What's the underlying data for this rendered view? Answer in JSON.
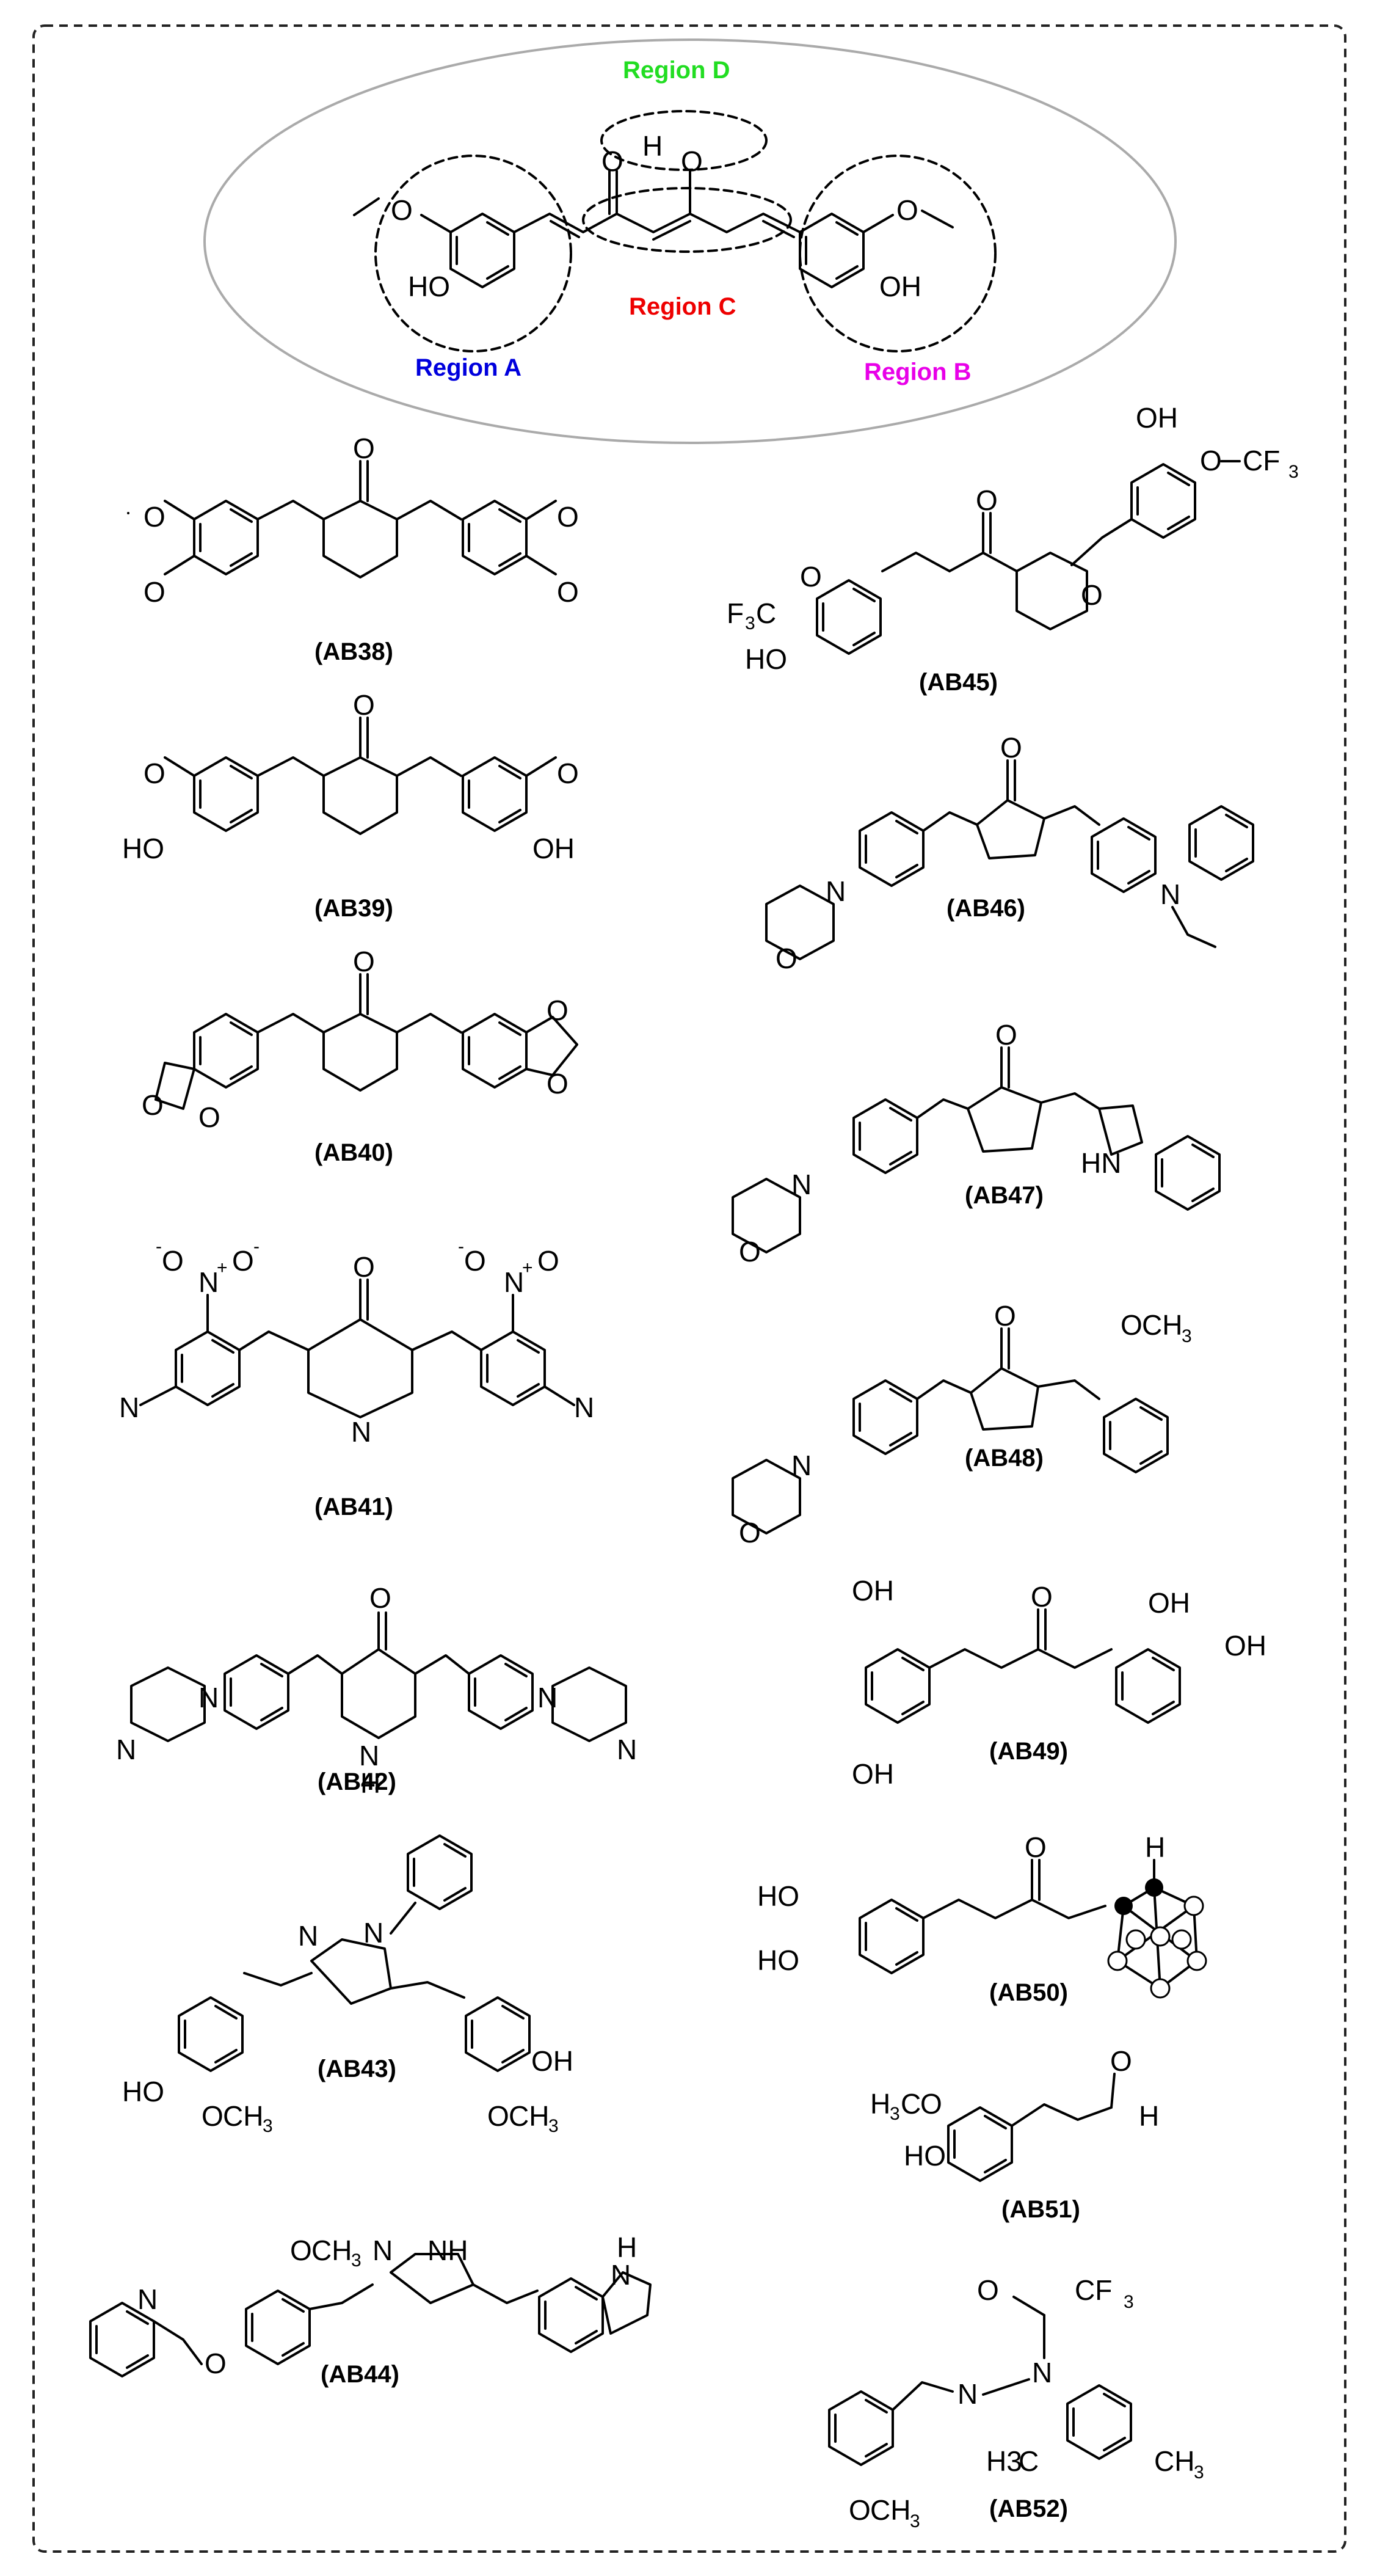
{
  "regions": {
    "a": {
      "label": "Region A",
      "color": "#0000dd"
    },
    "b": {
      "label": "Region B",
      "color": "#e800e8"
    },
    "c": {
      "label": "Region C",
      "color": "#ee0000"
    },
    "d": {
      "label": "Region D",
      "color": "#22dd22"
    }
  },
  "frame_color": "#222222",
  "envelope_color": "#aaaaaa",
  "atoms": {
    "O": "O",
    "H": "H",
    "HO": "HO",
    "OH": "OH",
    "N": "N",
    "NH": "NH",
    "HN": "HN",
    "C": "C",
    "F": "F",
    "F3": "F3",
    "H3": "H3",
    "H3C": "H3C",
    "CF": "CF",
    "CH": "CH",
    "3": "3",
    "nitro_left": "O",
    "nitro_n": "N",
    "charge_minus": "-",
    "charge_plus": "+"
  },
  "compounds": [
    {
      "id": "AB38",
      "label": "(AB38)"
    },
    {
      "id": "AB39",
      "label": "(AB39)"
    },
    {
      "id": "AB40",
      "label": "(AB40)"
    },
    {
      "id": "AB41",
      "label": "(AB41)"
    },
    {
      "id": "AB42",
      "label": "(AB42)"
    },
    {
      "id": "AB43",
      "label": "(AB43)"
    },
    {
      "id": "AB44",
      "label": "(AB44)"
    },
    {
      "id": "AB45",
      "label": "(AB45)"
    },
    {
      "id": "AB46",
      "label": "(AB46)"
    },
    {
      "id": "AB47",
      "label": "(AB47)"
    },
    {
      "id": "AB48",
      "label": "(AB48)"
    },
    {
      "id": "AB49",
      "label": "(AB49)"
    },
    {
      "id": "AB50",
      "label": "(AB50)"
    },
    {
      "id": "AB51",
      "label": "(AB51)"
    },
    {
      "id": "AB52",
      "label": "(AB52)"
    }
  ]
}
